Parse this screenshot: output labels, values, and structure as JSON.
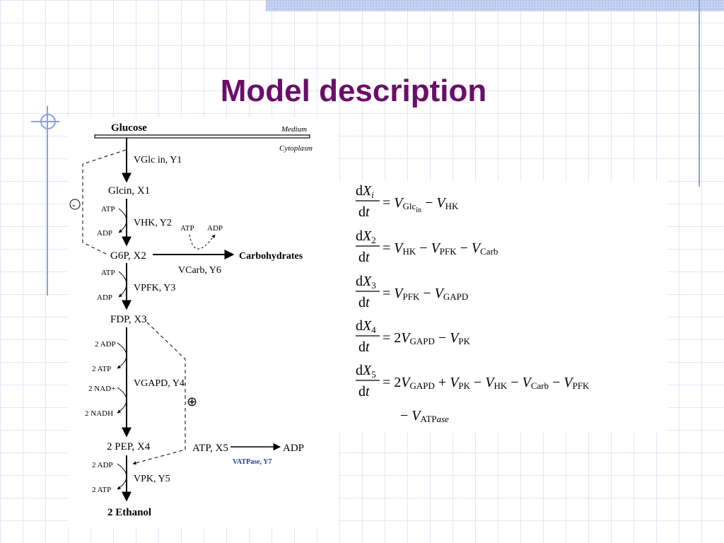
{
  "slide": {
    "title": "Model description"
  },
  "diagram": {
    "medium_label": "Medium",
    "cytoplasm_label": "Cytoplasm",
    "inhibition_symbol": "-",
    "activation_symbol": "⊕",
    "nodes": {
      "glucose": "Glucose",
      "glc_in": "Glcin, X1",
      "g6p": "G6P, X2",
      "fdp": "FDP, X3",
      "pep": "2 PEP, X4",
      "ethanol": "2 Ethanol",
      "carbohydrates": "Carbohydrates",
      "atp_x5": "ATP, X5",
      "adp": "ADP"
    },
    "fluxes": {
      "glc": "VGlc in, Y1",
      "hk": "VHK, Y2",
      "carb": "VCarb, Y6",
      "pfk": "VPFK, Y3",
      "gapd": "VGAPD, Y4",
      "pk": "VPK, Y5",
      "atpase": "VATPase, Y7"
    },
    "cofactors": {
      "hk_in": "ATP",
      "hk_out": "ADP",
      "carb_in": "ATP",
      "carb_out": "ADP",
      "pfk_in": "ATP",
      "pfk_out": "ADP",
      "gapd_adp": "2 ADP",
      "gapd_atp": "2 ATP",
      "gapd_nad": "2 NAD+",
      "gapd_nadh": "2 NADH",
      "pk_in": "2 ADP",
      "pk_out": "2 ATP"
    }
  },
  "equations": [
    "dXi/dt = VGlcin − VHK",
    "dX2/dt = VHK − VPFK − VCarb",
    "dX3/dt = VPFK − VGAPD",
    "dX4/dt = 2VGAPD − VPK",
    "dX5/dt = 2VGAPD + VPK − VHK − VCarb − VPFK − VATPase"
  ]
}
